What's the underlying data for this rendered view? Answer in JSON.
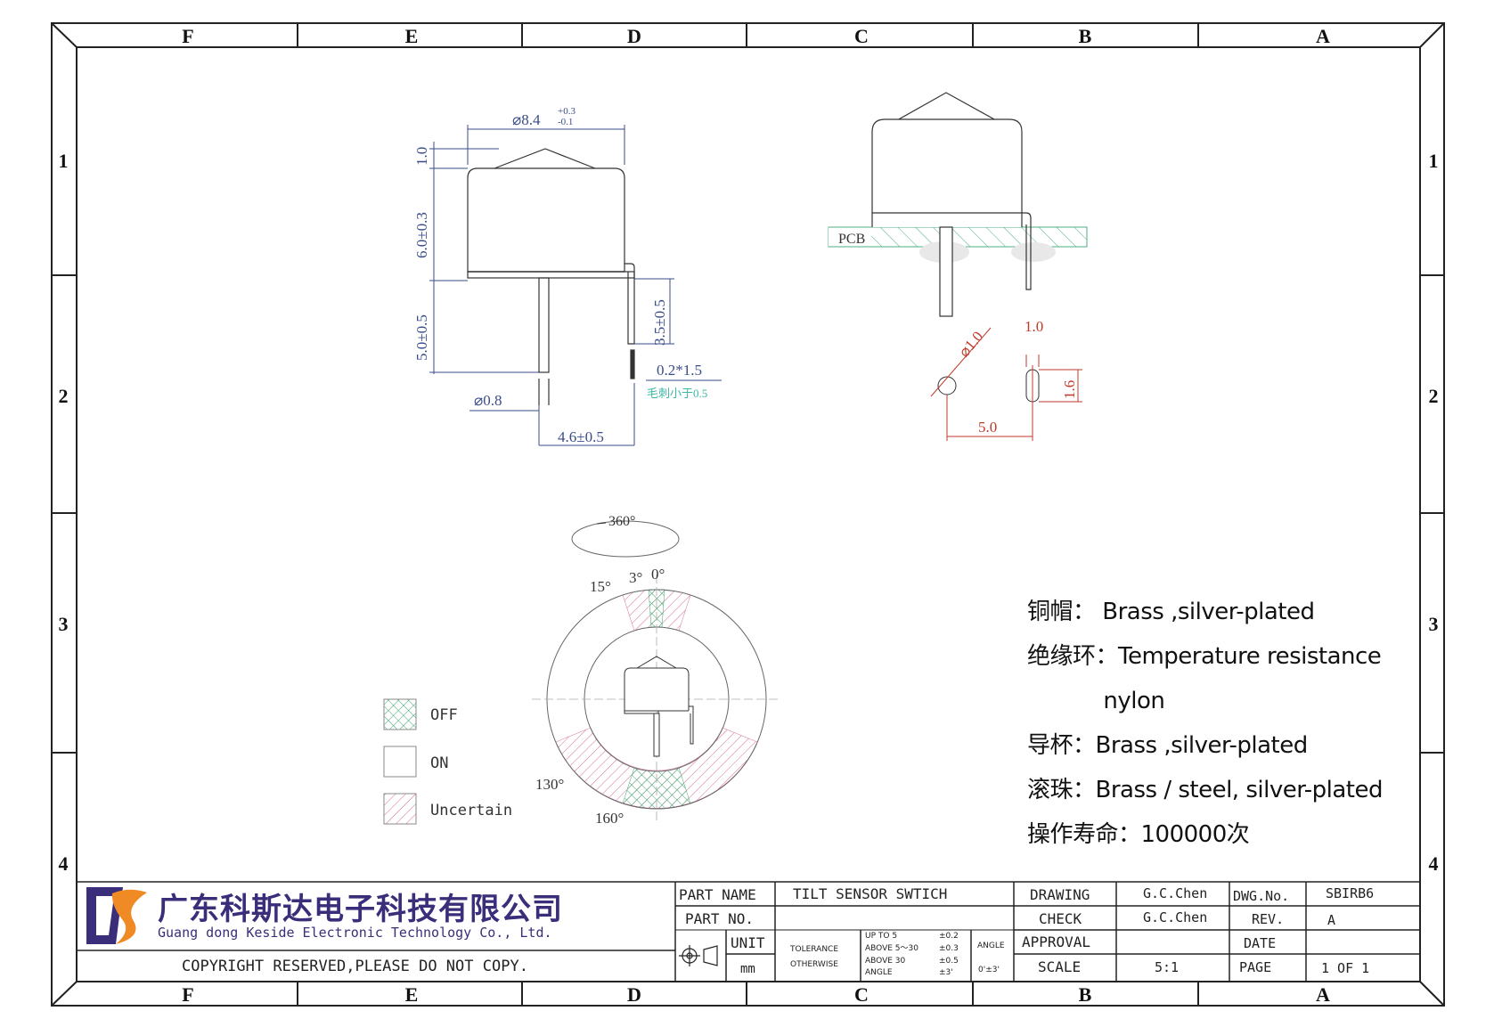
{
  "frame": {
    "columns": [
      "F",
      "E",
      "D",
      "C",
      "B",
      "A"
    ],
    "rows": [
      "1",
      "2",
      "3",
      "4"
    ]
  },
  "drawing_left": {
    "dim_diameter": "⌀8.4",
    "dim_tol_upper": "+0.3",
    "dim_tol_lower": "-0.1",
    "dim_cap": "1.0",
    "dim_body": "6.0±0.3",
    "dim_pin": "5.0±0.5",
    "dim_tab": "3.5±0.5",
    "dim_tab_size": "0.2*1.5",
    "dim_burr": "毛刺小于0.5",
    "dim_pin_dia": "⌀0.8",
    "dim_spacing": "4.6±0.5"
  },
  "drawing_right": {
    "pcb_label": "PCB",
    "hole_dia": "⌀1.0",
    "slot_w": "1.0",
    "slot_h": "1.6",
    "hole_spacing": "5.0"
  },
  "angle_diagram": {
    "rotation": "360°",
    "a15": "15°",
    "a3": "3°",
    "a0": "0°",
    "a130": "130°",
    "a160": "160°"
  },
  "legend": [
    {
      "label": "OFF",
      "color": "#3aa86b"
    },
    {
      "label": "ON",
      "color": "#ffffff"
    },
    {
      "label": "Uncertain",
      "color": "#d66b9a"
    }
  ],
  "materials": [
    "铜帽：  Brass ,silver-plated",
    "绝缘环：Temperature resistance",
    "           nylon",
    "导杯：Brass ,silver-plated",
    "滚珠：Brass / steel, silver-plated",
    "操作寿命：100000次"
  ],
  "title_block": {
    "company_cn": "广东科斯达电子科技有限公司",
    "company_en": "Guang dong Keside  Electronic Technology Co., Ltd.",
    "copyright": "COPYRIGHT RESERVED,PLEASE DO NOT COPY.",
    "part_name_label": "PART NAME",
    "part_name_value": "TILT SENSOR SWTICH",
    "part_no_label": "PART NO.",
    "unit_label": "UNIT",
    "unit_value": "mm",
    "tol_line1": "TOLERANCE",
    "tol_line2": "OTHERWISE",
    "tol_r1a": "UP TO 5",
    "tol_r1b": "±0.2",
    "tol_r2a": "ABOVE 5～30",
    "tol_r2b": "±0.3",
    "tol_r3a": "ABOVE 30",
    "tol_r3b": "±0.5",
    "tol_r4a": "ANGLE",
    "tol_r4b": "±3'",
    "angle_label": "ANGLE",
    "angle_value": "0'±3'",
    "drawing_label": "DRAWING",
    "drawing_value": "G.C.Chen",
    "check_label": "CHECK",
    "check_value": "G.C.Chen",
    "approval_label": "APPROVAL",
    "scale_label": "SCALE",
    "scale_value": "5:1",
    "dwg_label": "DWG.No.",
    "dwg_value": "SBIRB6",
    "rev_label": "REV.",
    "rev_value": "A",
    "date_label": "DATE",
    "page_label": "PAGE",
    "page_value": "1  OF  1"
  }
}
